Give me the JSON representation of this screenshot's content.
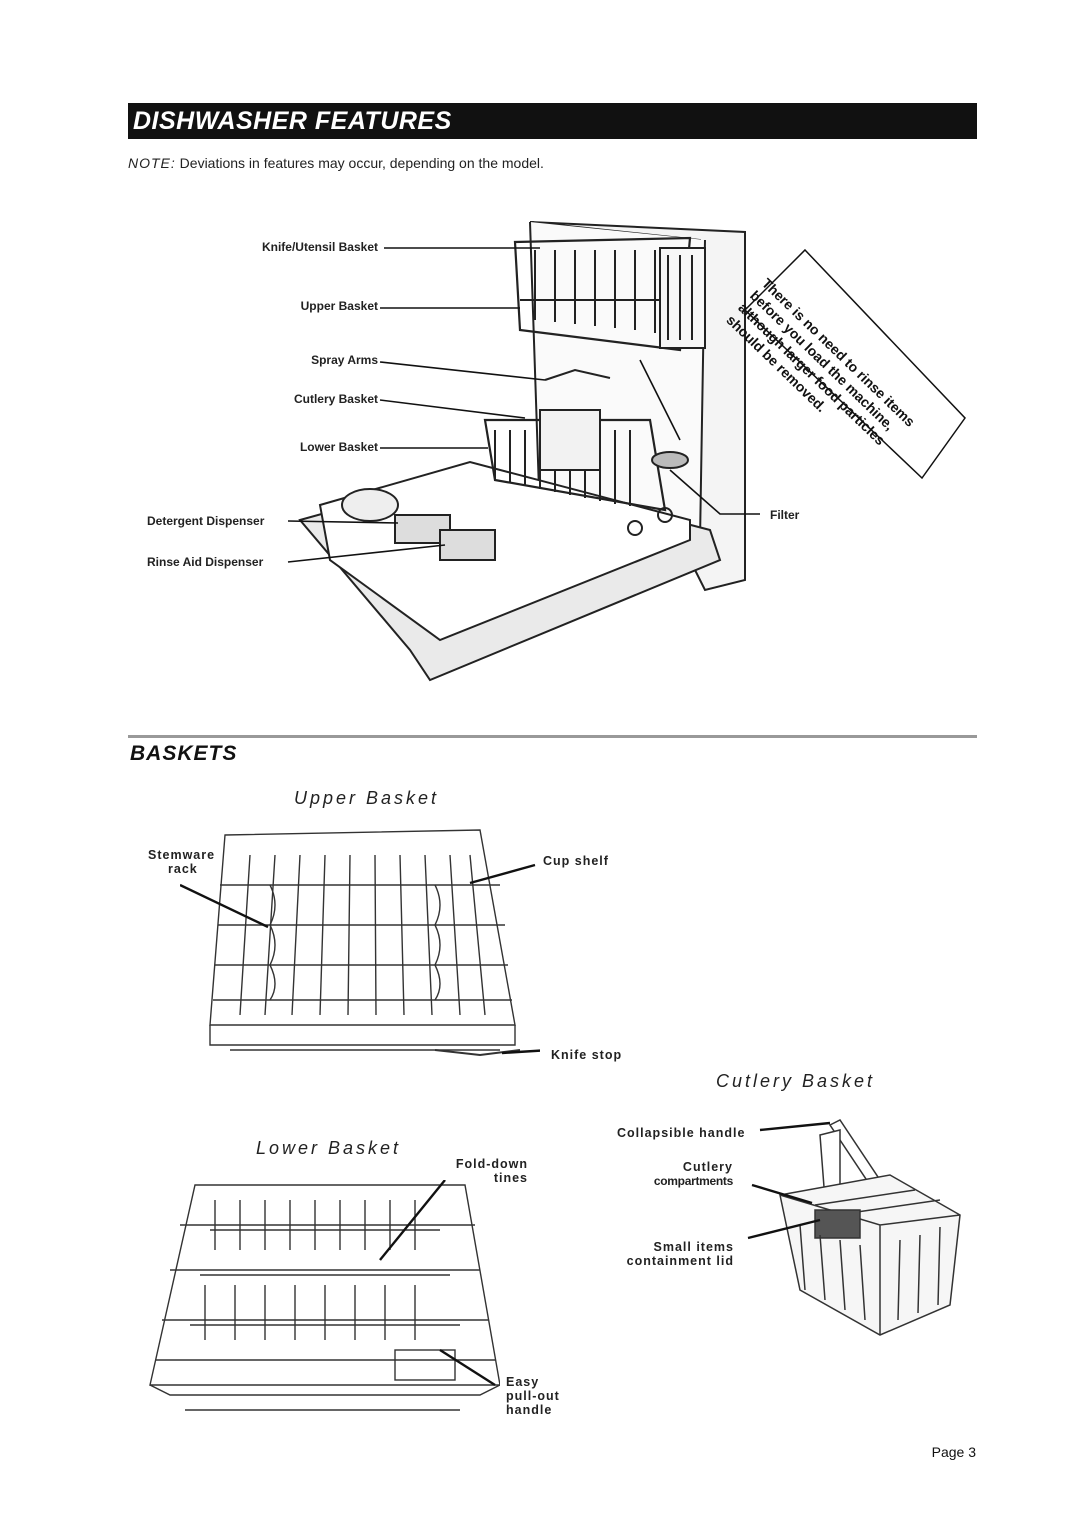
{
  "header": {
    "title": "DISHWASHER FEATURES"
  },
  "note": {
    "prefix": "NOTE:",
    "text": "Deviations in features may occur, depending on the model."
  },
  "diagram_labels": {
    "knife_utensil_basket": "Knife/Utensil Basket",
    "upper_basket": "Upper Basket",
    "spray_arms": "Spray Arms",
    "cutlery_basket": "Cutlery Basket",
    "lower_basket": "Lower Basket",
    "detergent_dispenser": "Detergent Dispenser",
    "rinse_aid_dispenser": "Rinse Aid Dispenser",
    "filter": "Filter"
  },
  "rinse_note": {
    "lines": [
      "There is no need to rinse items",
      "before you load the machine,",
      "although larger food particles",
      "should be removed."
    ]
  },
  "baskets": {
    "heading": "BASKETS",
    "upper": {
      "title": "Upper Basket",
      "stemware_1": "Stemware",
      "stemware_2": "rack",
      "cup_shelf": "Cup shelf",
      "knife_stop": "Knife stop"
    },
    "cutlery": {
      "title": "Cutlery Basket",
      "collapsible_handle": "Collapsible handle",
      "cutlery_1": "Cutlery",
      "cutlery_2": "compartments",
      "small_items_1": "Small items",
      "small_items_2": "containment lid"
    },
    "lower": {
      "title": "Lower Basket",
      "fold_down_1": "Fold-down",
      "fold_down_2": "tines",
      "easy_1": "Easy",
      "easy_2": "pull-out",
      "easy_3": "handle"
    }
  },
  "footer": {
    "page": "Page 3"
  }
}
